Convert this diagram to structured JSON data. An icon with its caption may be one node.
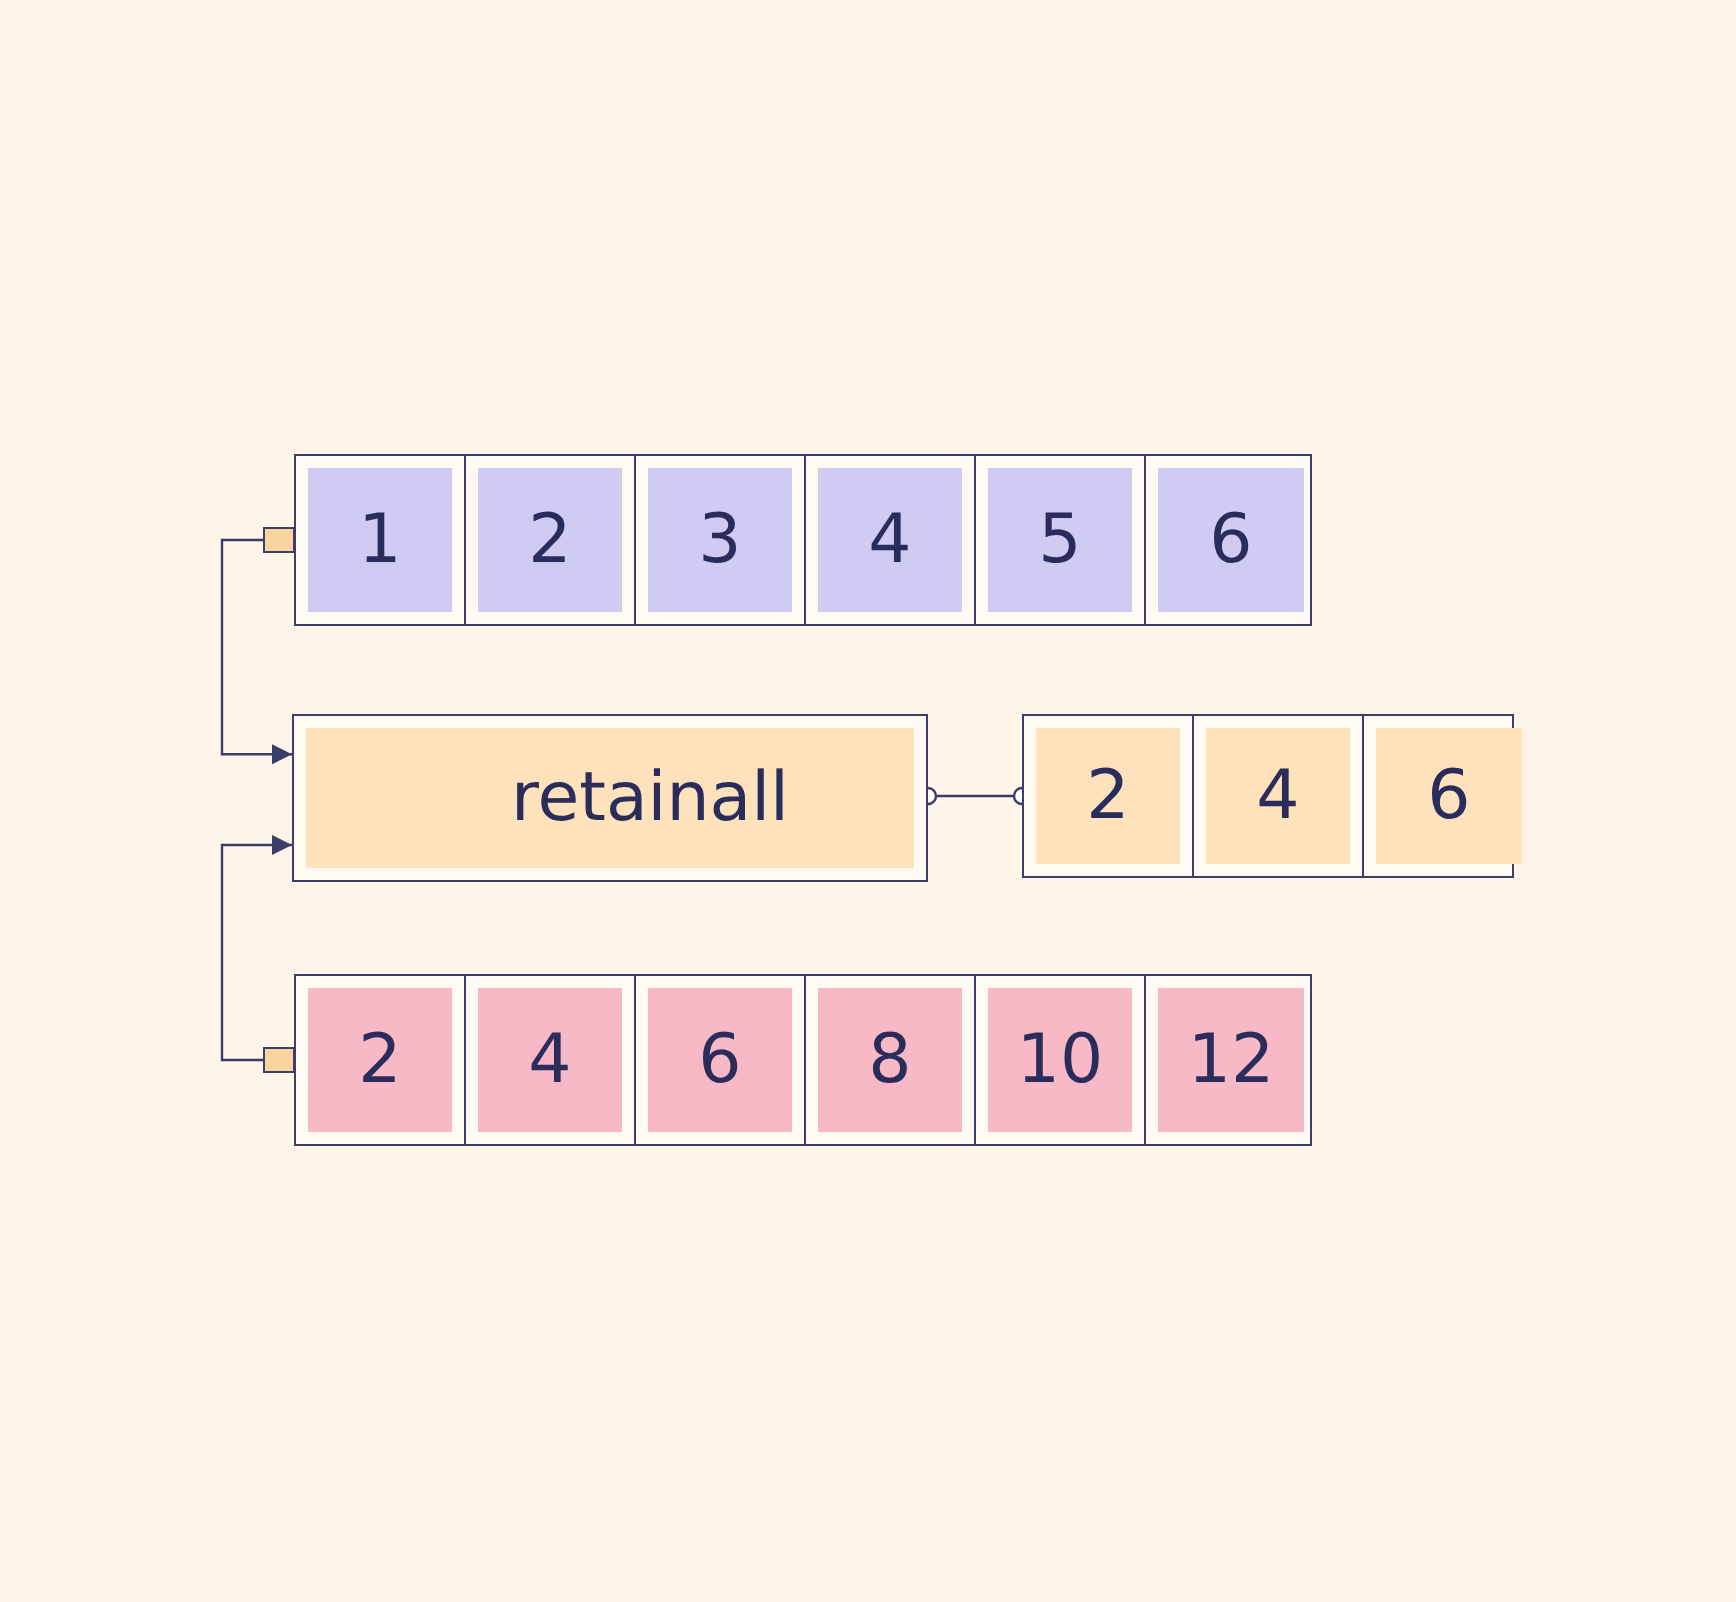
{
  "diagram": {
    "nodes": [
      {
        "text": [],
        "shape": "box"
      },
      {
        "text": [
          "1"
        ],
        "in": 0
      },
      {
        "text": [
          "2"
        ],
        "in": 0
      },
      {
        "text": [
          "3"
        ],
        "in": 0
      },
      {
        "text": [
          "4"
        ],
        "in": 0
      },
      {
        "text": [
          "5"
        ],
        "in": 0
      },
      {
        "text": [
          "6"
        ],
        "in": 0
      },
      {
        "text": [
          "retainall"
        ]
      },
      {
        "text": [],
        "shape": "box"
      },
      {
        "text": [
          "2"
        ],
        "in": 8
      },
      {
        "text": [
          "4"
        ],
        "in": 8
      },
      {
        "text": [
          "6"
        ],
        "in": 8
      },
      {
        "text": [],
        "shape": "box"
      },
      {
        "text": [
          "2"
        ],
        "in": 12
      },
      {
        "text": [
          "4"
        ],
        "in": 12
      },
      {
        "text": [
          "6"
        ],
        "in": 12
      },
      {
        "text": [
          "8"
        ],
        "in": 12
      },
      {
        "text": [
          "10"
        ],
        "in": 12
      },
      {
        "text": [
          "12"
        ],
        "in": 12
      }
    ],
    "edges": [
      {
        "from": 0,
        "to": 7,
        "arrow": "to"
      },
      {
        "from": 12,
        "to": 7,
        "arrow": "to"
      },
      {
        "from": 7,
        "to": 8,
        "arrow": "other"
      }
    ]
  }
}
